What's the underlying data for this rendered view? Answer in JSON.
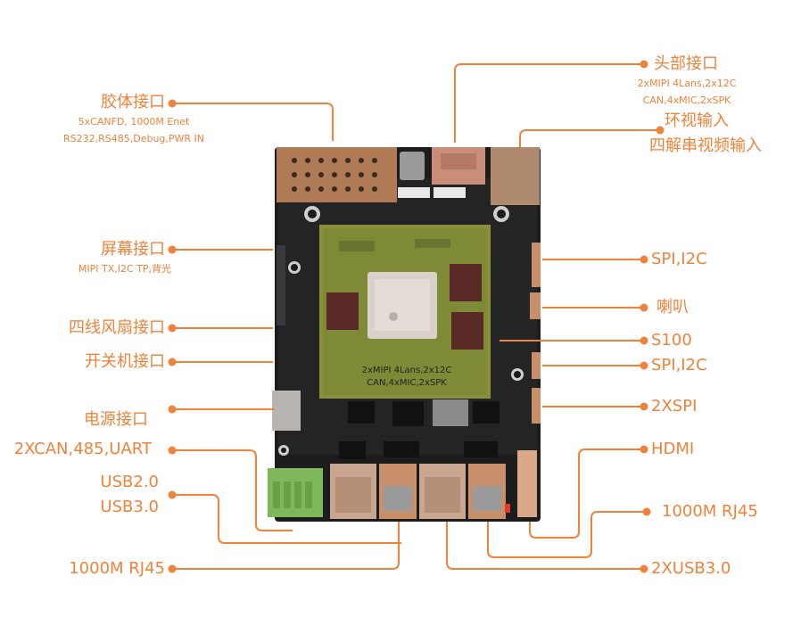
{
  "labels": {
    "glue_port": "胶体接口",
    "glue_desc_1": "5xCANFD, 1000M Enet",
    "glue_desc_2": "RS232,RS485,Debug,PWR IN",
    "screen_port": "屏幕接口",
    "screen_desc": "MIPI TX,I2C TP,背光",
    "fan_port": "四线风扇接口",
    "power_switch_port": "开关机接口",
    "power_port": "电源接口",
    "can_485_uart": "2XCAN,485,UART",
    "usb20": "USB2.0",
    "usb30": "USB3.0",
    "rj45_left": "1000M RJ45",
    "head_port": "头部接口",
    "head_desc_1": "2xMIPI 4Lans,2x12C",
    "head_desc_2": "CAN,4xMIC,2xSPK",
    "surround_input": "环视输入",
    "deser_video_input": "四解串视频输入",
    "spi_i2c_1": "SPI,I2C",
    "speaker": "喇叭",
    "s100": "S100",
    "spi_i2c_2": "SPI,I2C",
    "spi_2x": "2XSPI",
    "hdmi": "HDMI",
    "rj45_right": "1000M RJ45",
    "usb30_2x": "2XUSB3.0",
    "board_overlay_1": "2xMIPI 4Lans,2x12C",
    "board_overlay_2": "CAN,4xMIC,2xSPK"
  },
  "colors": {
    "accent": "#f0823a",
    "pcb": "#1c1c1c",
    "module": "#8a8f3a",
    "copper": "#c7906b"
  }
}
